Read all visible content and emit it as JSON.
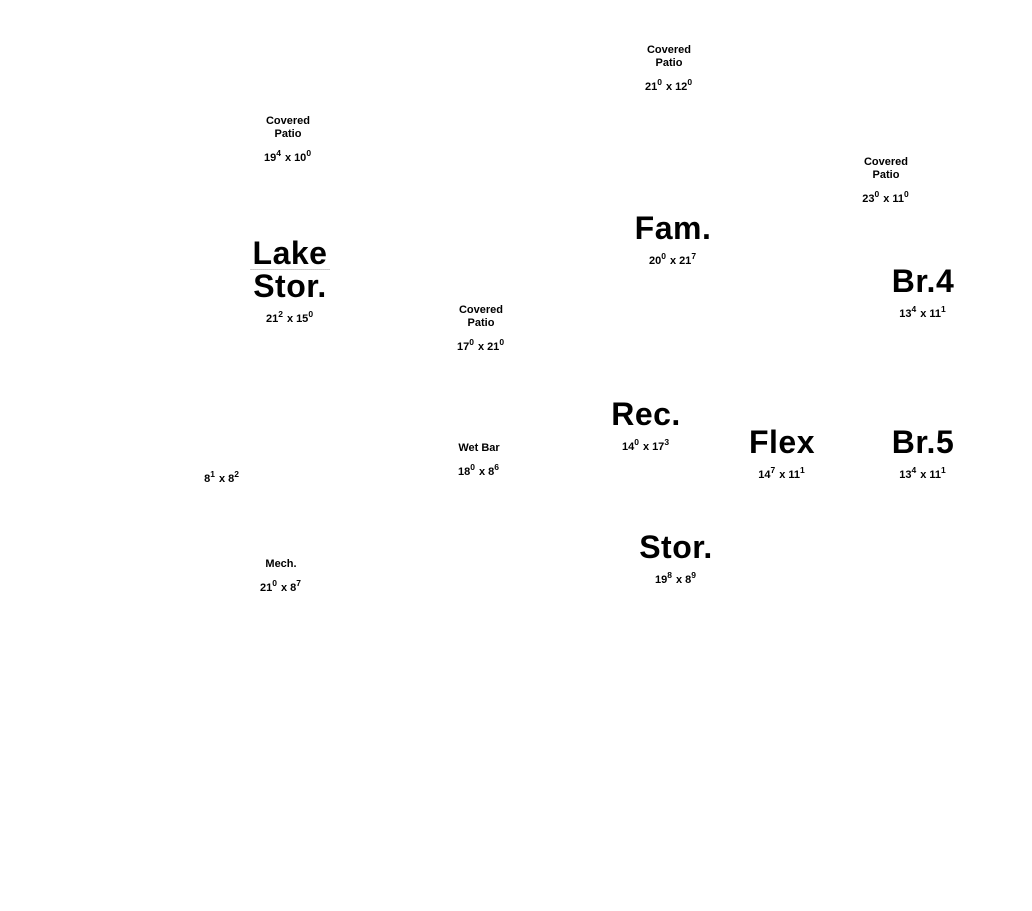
{
  "sep": "x",
  "rooms": [
    {
      "id": "covered-patio-top",
      "name_lines": [
        "Covered",
        "Patio"
      ],
      "w": "21",
      "w_in": "0",
      "h": "12",
      "h_in": "0"
    },
    {
      "id": "covered-patio-left",
      "name_lines": [
        "Covered",
        "Patio"
      ],
      "w": "19",
      "w_in": "4",
      "h": "10",
      "h_in": "0"
    },
    {
      "id": "covered-patio-right",
      "name_lines": [
        "Covered",
        "Patio"
      ],
      "w": "23",
      "w_in": "0",
      "h": "11",
      "h_in": "0"
    },
    {
      "id": "fam",
      "name_lines": [
        "Fam."
      ],
      "w": "20",
      "w_in": "0",
      "h": "21",
      "h_in": "7"
    },
    {
      "id": "lake-stor",
      "name_lines": [
        "Lake",
        "Stor."
      ],
      "w": "21",
      "w_in": "2",
      "h": "15",
      "h_in": "0"
    },
    {
      "id": "br4",
      "name_lines": [
        "Br.4"
      ],
      "w": "13",
      "w_in": "4",
      "h": "11",
      "h_in": "1"
    },
    {
      "id": "covered-patio-mid",
      "name_lines": [
        "Covered",
        "Patio"
      ],
      "w": "17",
      "w_in": "0",
      "h": "21",
      "h_in": "0"
    },
    {
      "id": "rec",
      "name_lines": [
        "Rec."
      ],
      "w": "14",
      "w_in": "0",
      "h": "17",
      "h_in": "3"
    },
    {
      "id": "flex",
      "name_lines": [
        "Flex"
      ],
      "w": "14",
      "w_in": "7",
      "h": "11",
      "h_in": "1"
    },
    {
      "id": "br5",
      "name_lines": [
        "Br.5"
      ],
      "w": "13",
      "w_in": "4",
      "h": "11",
      "h_in": "1"
    },
    {
      "id": "wet-bar",
      "name_lines": [
        "Wet Bar"
      ],
      "w": "18",
      "w_in": "0",
      "h": "8",
      "h_in": "6"
    },
    {
      "id": "unnamed",
      "name_lines": [],
      "w": "8",
      "w_in": "1",
      "h": "8",
      "h_in": "2"
    },
    {
      "id": "mech",
      "name_lines": [
        "Mech."
      ],
      "w": "21",
      "w_in": "0",
      "h": "8",
      "h_in": "7"
    },
    {
      "id": "stor",
      "name_lines": [
        "Stor."
      ],
      "w": "19",
      "w_in": "8",
      "h": "8",
      "h_in": "9"
    }
  ]
}
